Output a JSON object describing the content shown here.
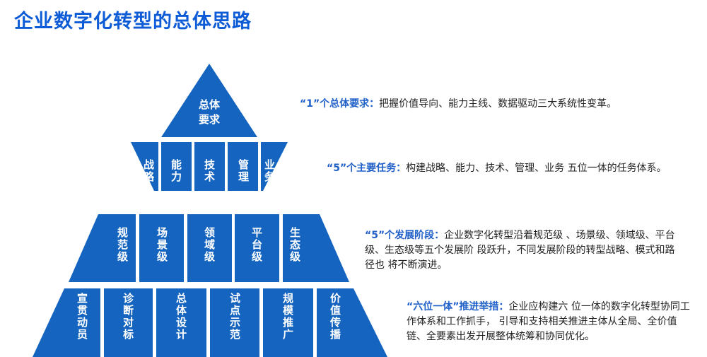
{
  "title": "企业数字化转型的总体思路",
  "colors": {
    "blue": "#1565c0",
    "accent": "#1f5fc8",
    "title": "#0d5bd6"
  },
  "pyramid": {
    "top": {
      "line1": "总体",
      "line2": "要求"
    },
    "row2": [
      "战略",
      "能力",
      "技术",
      "管理",
      "业务"
    ],
    "row3": [
      "规范级",
      "场景级",
      "领域级",
      "平台级",
      "生态级"
    ],
    "row4": [
      "宣贯动员",
      "诊断对标",
      "总体设计",
      "试点示范",
      "规模推广",
      "价值传播"
    ]
  },
  "descriptions": [
    {
      "key": "“1”个总体要求",
      "text": "把握价值导向、能力主线、数据驱动三大系统性变革。"
    },
    {
      "key": "“5”个主要任务",
      "text": "构建战略、能力、技术、管理、业务 五位一体的任务体系。"
    },
    {
      "key": "“5”个发展阶段",
      "text": "企业数字化转型沿着规范级 、场景级、领域级、平台级、生态级等五个发展阶 段跃升，不同发展阶段的转型战略、模式和路径也 将不断演进。"
    },
    {
      "key": "“六位一体”推进举措",
      "text": "企业应构建六 位一体的数字化转型协同工作体系和工作抓手， 引导和支持相关推进主体从全局、全价值链、全要素出发开展整体统筹和协同优化。"
    }
  ]
}
